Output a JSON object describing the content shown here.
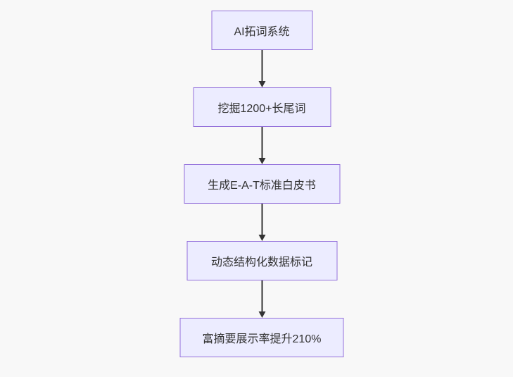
{
  "diagram": {
    "type": "flowchart",
    "direction": "top-down",
    "nodes": [
      {
        "id": "n1",
        "label": "AI拓词系统"
      },
      {
        "id": "n2",
        "label": "挖掘1200+长尾词"
      },
      {
        "id": "n3",
        "label": "生成E-A-T标准白皮书"
      },
      {
        "id": "n4",
        "label": "动态结构化数据标记"
      },
      {
        "id": "n5",
        "label": "富摘要展示率提升210%"
      }
    ],
    "edges": [
      {
        "from": "n1",
        "to": "n2"
      },
      {
        "from": "n2",
        "to": "n3"
      },
      {
        "from": "n3",
        "to": "n4"
      },
      {
        "from": "n4",
        "to": "n5"
      }
    ],
    "colors": {
      "background": "#f8f8f8",
      "node_fill": "#ECECFF",
      "node_border": "#9370DB",
      "arrow": "#333333",
      "text": "#333333"
    }
  }
}
